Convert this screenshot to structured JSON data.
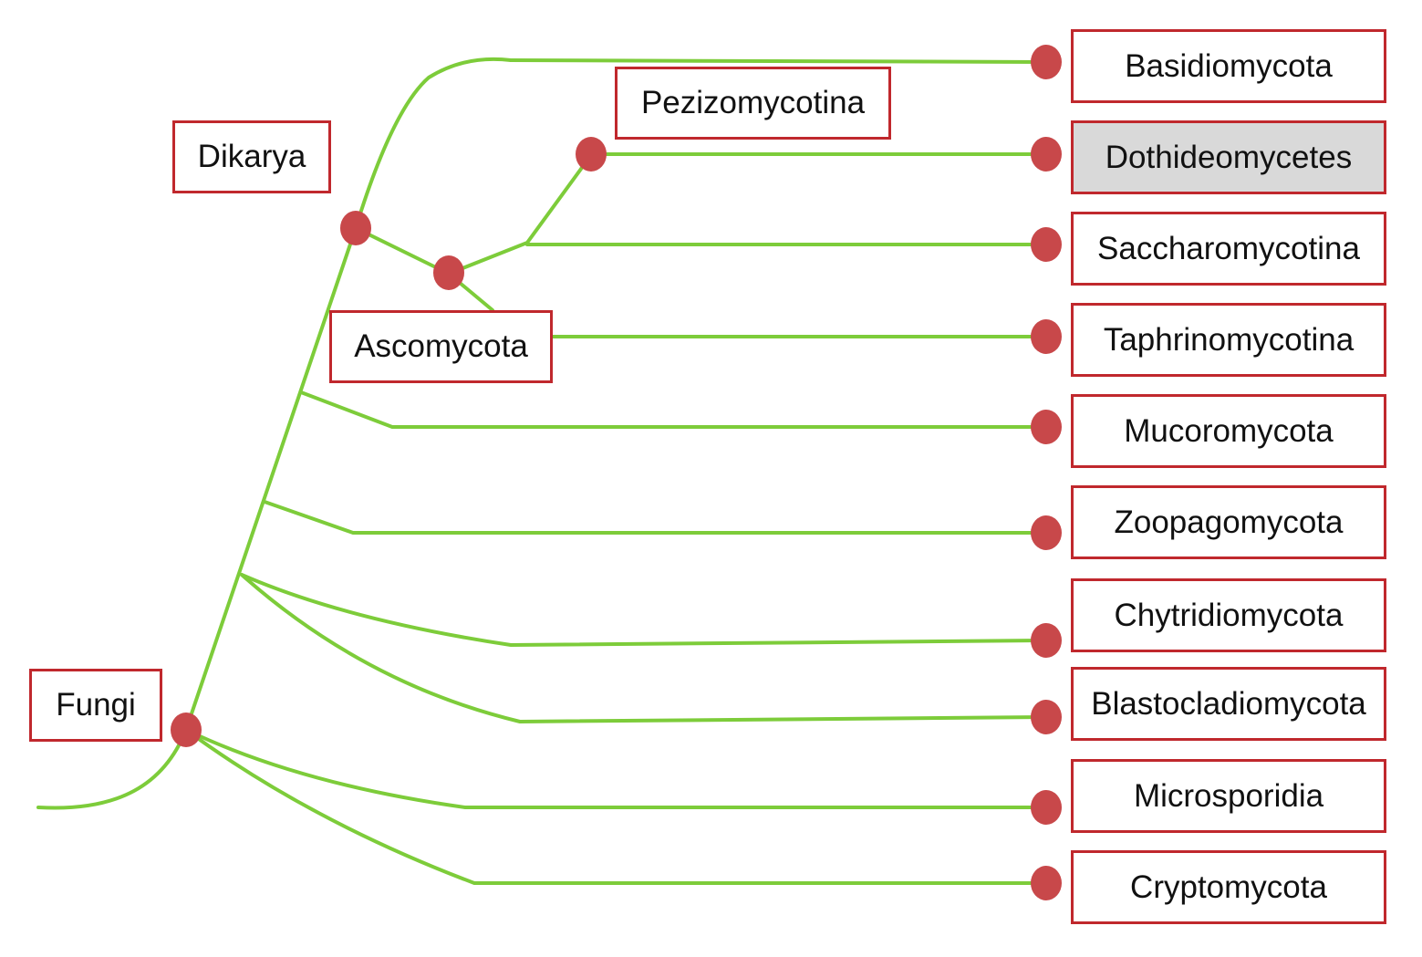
{
  "diagram": {
    "type": "phylogenetic-tree",
    "colors": {
      "branch": "#7dcc3a",
      "node": "#c8484a",
      "box_border": "#c0282d",
      "highlight_fill": "#d9d9d9"
    },
    "clade_labels": {
      "fungi": "Fungi",
      "dikarya": "Dikarya",
      "ascomycota": "Ascomycota",
      "pezizomycotina": "Pezizomycotina"
    },
    "leaves": [
      {
        "id": "basidiomycota",
        "label": "Basidiomycota",
        "highlighted": false
      },
      {
        "id": "dothideomycetes",
        "label": "Dothideomycetes",
        "highlighted": true
      },
      {
        "id": "saccharomycotina",
        "label": "Saccharomycotina",
        "highlighted": false
      },
      {
        "id": "taphrinomycotina",
        "label": "Taphrinomycotina",
        "highlighted": false
      },
      {
        "id": "mucoromycota",
        "label": "Mucoromycota",
        "highlighted": false
      },
      {
        "id": "zoopagomycota",
        "label": "Zoopagomycota",
        "highlighted": false
      },
      {
        "id": "chytridiomycota",
        "label": "Chytridiomycota",
        "highlighted": false
      },
      {
        "id": "blastocladiomycota",
        "label": "Blastocladiomycota",
        "highlighted": false
      },
      {
        "id": "microsporidia",
        "label": "Microsporidia",
        "highlighted": false
      },
      {
        "id": "cryptomycota",
        "label": "Cryptomycota",
        "highlighted": false
      }
    ]
  }
}
